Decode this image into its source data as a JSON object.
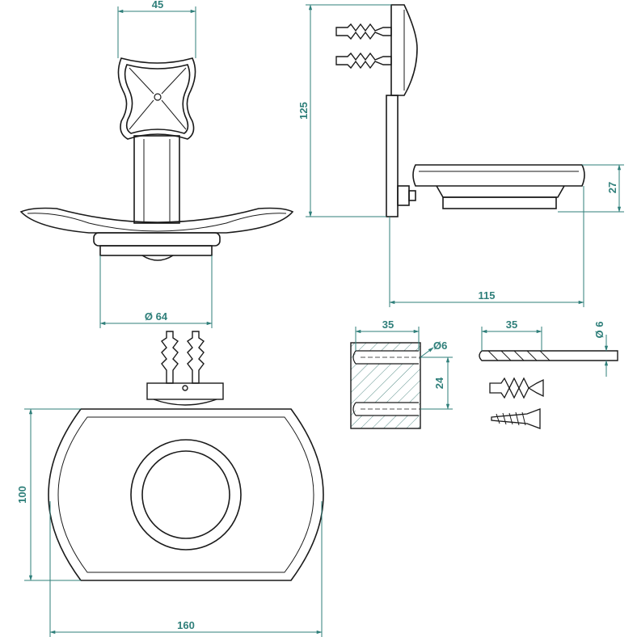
{
  "colors": {
    "outline": "#1a1a1a",
    "dimension": "#2f7f7a",
    "hatch": "#5a8f8a",
    "background": "#ffffff"
  },
  "dimensions": {
    "front_top_width": "45",
    "side_height": "125",
    "side_tray_height": "27",
    "side_depth": "115",
    "cup_diameter": "Ø 64",
    "wall_drill_depth": "35",
    "wall_hole_diameter": "Ø6",
    "wall_hole_spacing": "24",
    "drill_length": "35",
    "drill_diameter": "Ø 6",
    "top_view_height": "100",
    "top_view_width": "160"
  },
  "icons": {
    "drill_bit": "drill-bit-icon",
    "wall_plug": "wall-plug-icon",
    "screw": "screw-icon"
  }
}
